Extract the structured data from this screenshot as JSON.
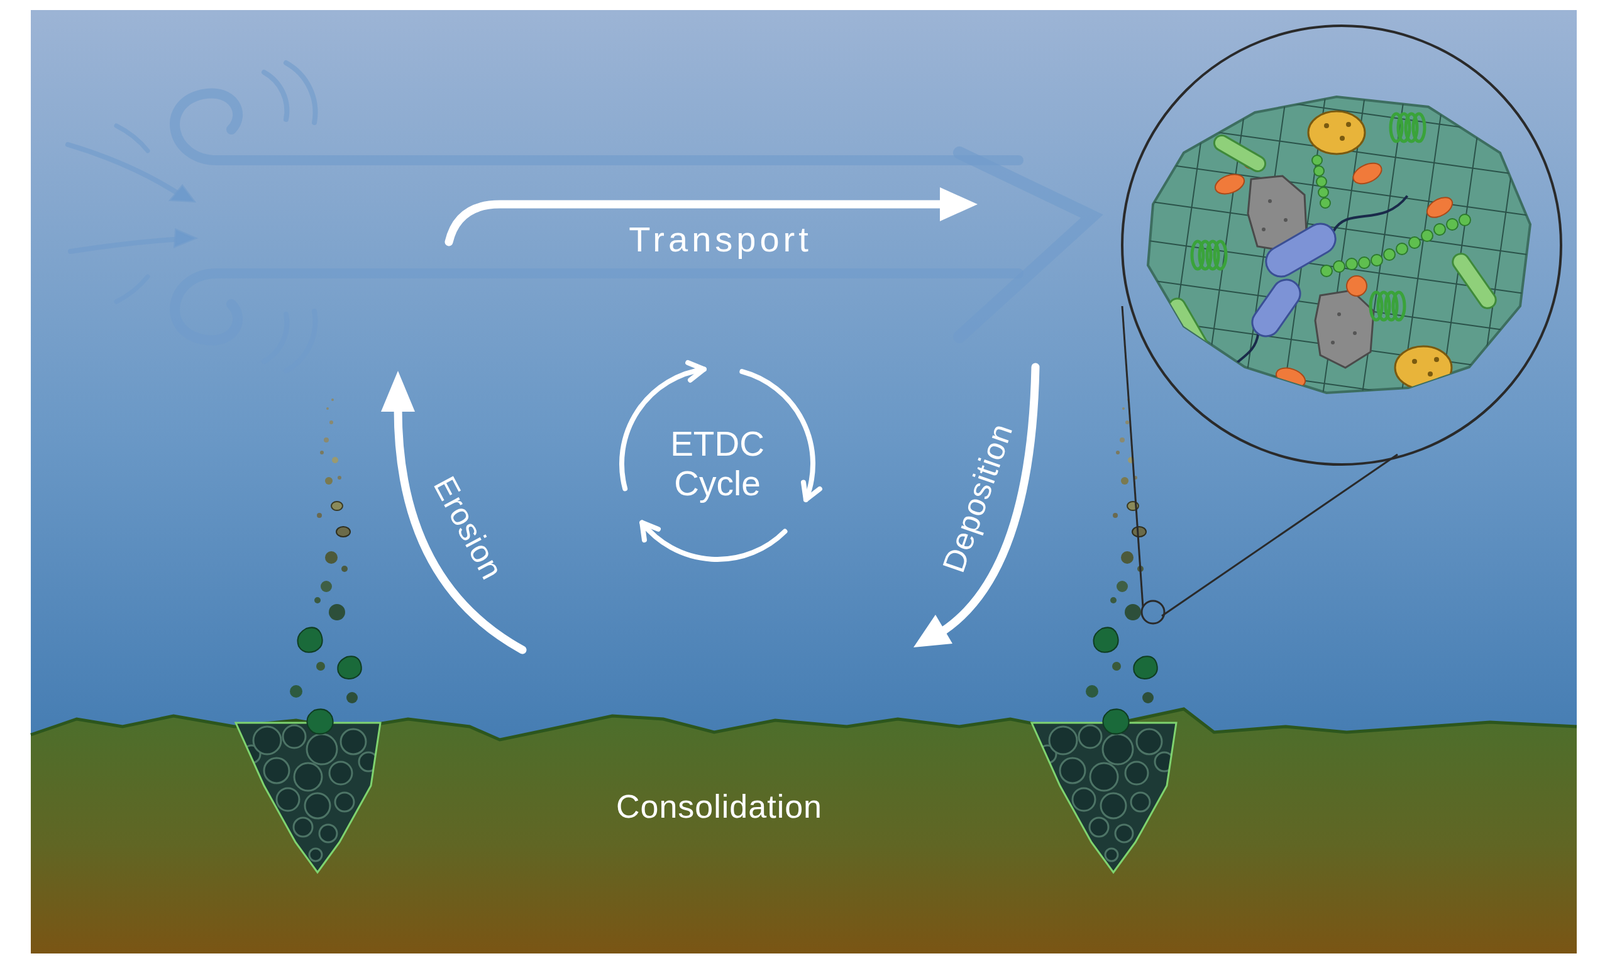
{
  "diagram": {
    "nodes": [
      {
        "text": [
          "ETDC Cycle"
        ]
      }
    ],
    "labels": [
      "Transport",
      "Erosion",
      "Deposition",
      "Consolidation"
    ]
  }
}
